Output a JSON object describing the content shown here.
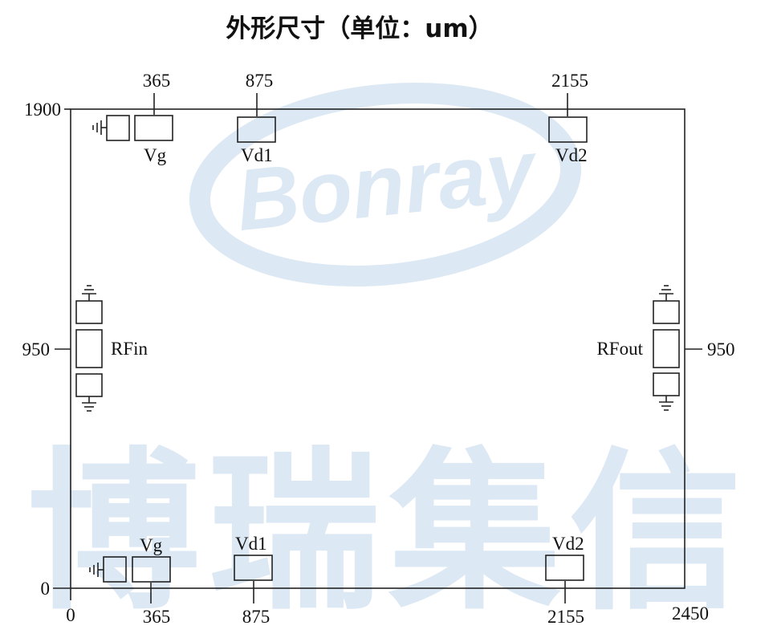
{
  "title": "外形尺寸（单位：um）",
  "watermark": {
    "logo_text": "Bonray",
    "brand_text": "博瑞集信"
  },
  "colors": {
    "watermark": "#dce8f3",
    "stroke": "#222222"
  },
  "axis": {
    "y_top": "1900",
    "y_mid_left": "950",
    "y_mid_right": "950",
    "y_bottom": "0",
    "x_left": "0",
    "x_right": "2450"
  },
  "top_ticks": [
    "365",
    "875",
    "2155"
  ],
  "bottom_ticks": [
    "365",
    "875",
    "2155"
  ],
  "pads": {
    "top_vg": "Vg",
    "top_vd1": "Vd1",
    "top_vd2": "Vd2",
    "bottom_vg": "Vg",
    "bottom_vd1": "Vd1",
    "bottom_vd2": "Vd2",
    "rfin": "RFin",
    "rfout": "RFout"
  },
  "icons": [
    "ground-icon"
  ]
}
